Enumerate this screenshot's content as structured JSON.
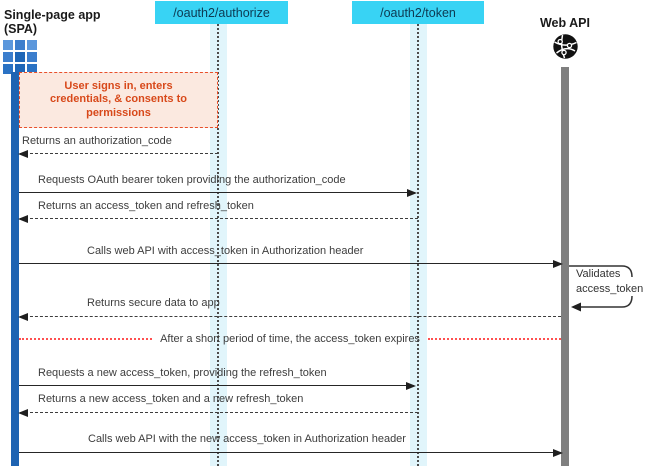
{
  "diagram": {
    "actors": {
      "spa": {
        "title_line1": "Single-page app",
        "title_line2": "(SPA)"
      },
      "authorize_endpoint": {
        "label": "/oauth2/authorize"
      },
      "token_endpoint": {
        "label": "/oauth2/token"
      },
      "web_api": {
        "label": "Web API"
      }
    },
    "note": {
      "text": "User signs in, enters credentials, & consents to permissions"
    },
    "messages": [
      {
        "text": "Returns an authorization_code",
        "type": "return"
      },
      {
        "text": "Requests OAuth bearer token providing the authorization_code",
        "type": "request"
      },
      {
        "text": "Returns an access_token and refresh_token",
        "type": "return"
      },
      {
        "text": "Calls web API with access_token in Authorization header",
        "type": "request"
      },
      {
        "text": "Returns secure data to app",
        "type": "return"
      },
      {
        "text": "Requests a new access_token, providing the refresh_token",
        "type": "request"
      },
      {
        "text": "Returns a new access_token and a new refresh_token",
        "type": "return"
      },
      {
        "text": "Calls web API with the new access_token in Authorization header",
        "type": "request"
      }
    ],
    "self_message": {
      "text": "Validates access_token"
    },
    "divider": {
      "text": "After a short period of time, the access_token expires"
    },
    "colors": {
      "endpoint_box": "#38d3f4",
      "endpoint_text": "#0d3a52",
      "lifeline_band": "#e1f5fb",
      "spa_bar": "#1e63b2",
      "api_bar": "#7f7f7f",
      "note_fill": "#fbe9e0",
      "note_border": "#e8502a",
      "note_text": "#d8491a",
      "divider_line": "#ff5050",
      "message_text": "#3d3d3d"
    }
  }
}
